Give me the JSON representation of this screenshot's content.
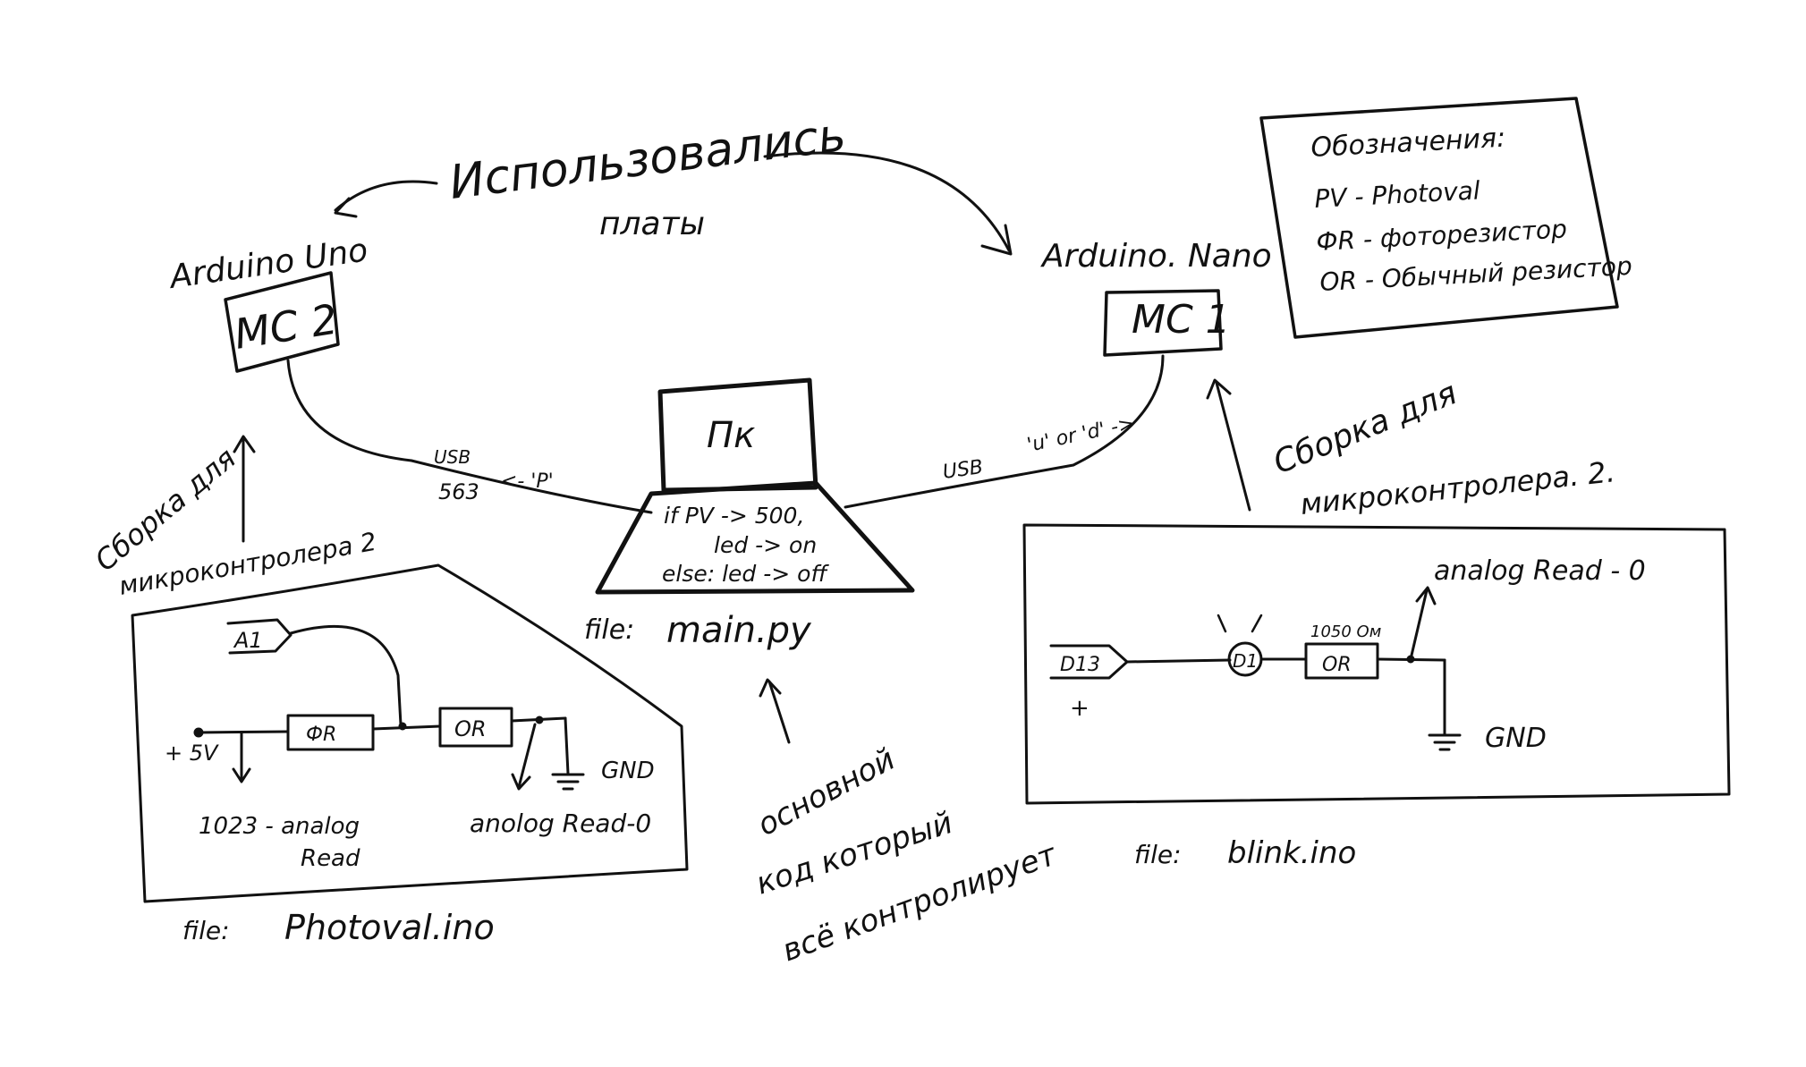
{
  "heading": {
    "line1": "Использовались",
    "line2": "платы"
  },
  "boards": {
    "uno": {
      "board_label": "Arduino Uno",
      "box_label": "MC 2"
    },
    "nano": {
      "board_label": "Arduino. Nano",
      "box_label": "MC 1"
    }
  },
  "legend": {
    "title": "Обозначения:",
    "items": [
      "PV - Photoval",
      "ФR - фоторезистор",
      "OR - Обычный резистор"
    ]
  },
  "pc": {
    "screen_label": "Пк",
    "code": [
      "if PV -> 500,",
      "led -> on",
      "else: led -> off"
    ],
    "file_prefix": "file:",
    "file_name": "main.py"
  },
  "connections": {
    "left": {
      "usb": "USB",
      "baud": "563",
      "command": "<- 'P'"
    },
    "right": {
      "usb": "USB",
      "command": "'u' or 'd' ->"
    }
  },
  "assembly_notes": {
    "left": [
      "Сборка для",
      "микроконтролера 2"
    ],
    "right": [
      "Сборка для",
      "микроконтролера. 2."
    ]
  },
  "main_code_note": [
    "основной",
    "код который",
    "всё контролирует"
  ],
  "left_circuit": {
    "pin": "A1",
    "supply": "+ 5V",
    "photoresistor": "ФR",
    "resistor": "OR",
    "high_reading": [
      "1023 - analog",
      "Read"
    ],
    "low_reading": "anolog Read-0",
    "ground": "GND",
    "file_prefix": "file:",
    "file_name": "Photoval.ino"
  },
  "right_circuit": {
    "pin": "D13",
    "pin_sign": "+",
    "led": "D1",
    "resistor": "OR",
    "resistor_value": "1050 Ом",
    "reading": "analog Read - 0",
    "ground": "GND",
    "file_prefix": "file:",
    "file_name": "blink.ino"
  }
}
